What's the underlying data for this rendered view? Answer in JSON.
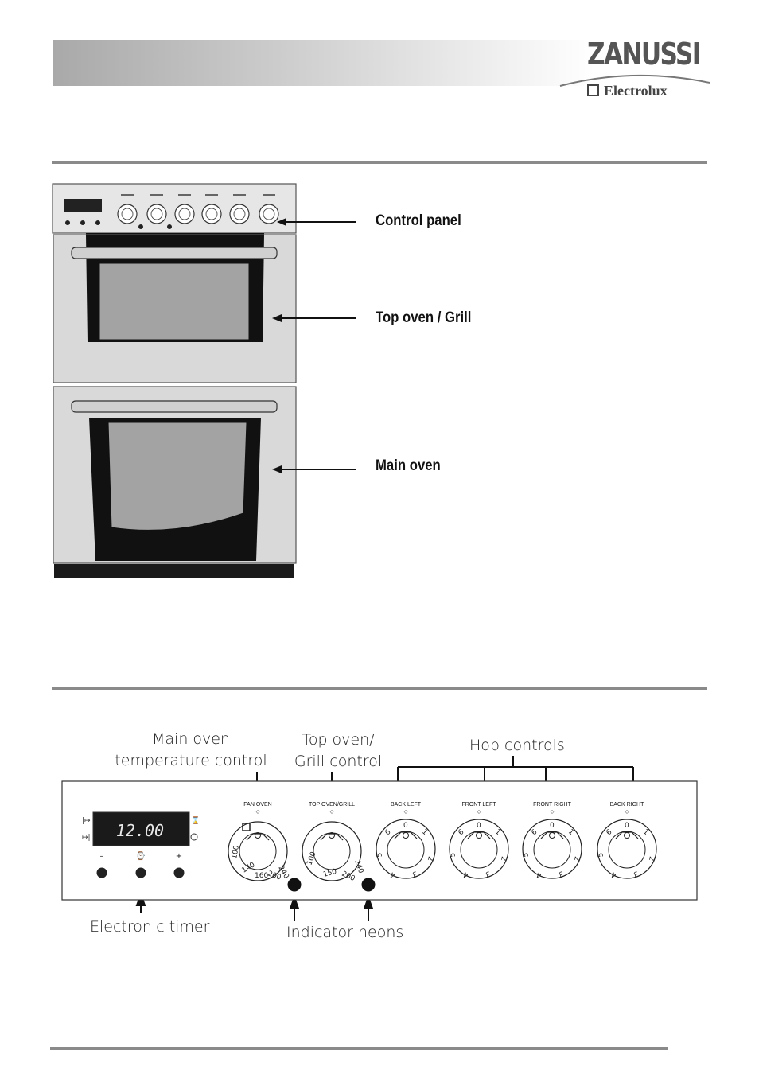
{
  "header": {
    "brand": "ZANUSSI",
    "sub_brand": "Electrolux"
  },
  "oven_diagram": {
    "labels": {
      "control_panel": "Control panel",
      "top_oven": "Top oven / Grill",
      "main_oven": "Main oven"
    }
  },
  "control_panel_diagram": {
    "callouts": {
      "main_oven_temp_line1": "Main oven",
      "main_oven_temp_line2": "temperature control",
      "top_oven_grill_line1": "Top oven/",
      "top_oven_grill_line2": "Grill control",
      "hob_controls": "Hob controls",
      "electronic_timer": "Electronic timer",
      "indicator_neons": "Indicator neons"
    },
    "timer": {
      "display": "12.00",
      "buttons": [
        "–",
        "⌚",
        "+"
      ]
    },
    "knobs": [
      {
        "label": "FAN OVEN",
        "scale": [
          "100",
          "140",
          "160",
          "200",
          "240"
        ]
      },
      {
        "label": "TOP OVEN/GRILL",
        "scale": [
          "100",
          "150",
          "200",
          "240"
        ]
      },
      {
        "label": "BACK LEFT",
        "scale": [
          "0",
          "1",
          "2",
          "3",
          "4",
          "5",
          "6"
        ]
      },
      {
        "label": "FRONT LEFT",
        "scale": [
          "0",
          "1",
          "2",
          "3",
          "4",
          "5",
          "6"
        ]
      },
      {
        "label": "FRONT RIGHT",
        "scale": [
          "0",
          "1",
          "2",
          "3",
          "4",
          "5",
          "6"
        ]
      },
      {
        "label": "BACK RIGHT",
        "scale": [
          "0",
          "1",
          "2",
          "3",
          "4",
          "5",
          "6"
        ]
      }
    ]
  }
}
